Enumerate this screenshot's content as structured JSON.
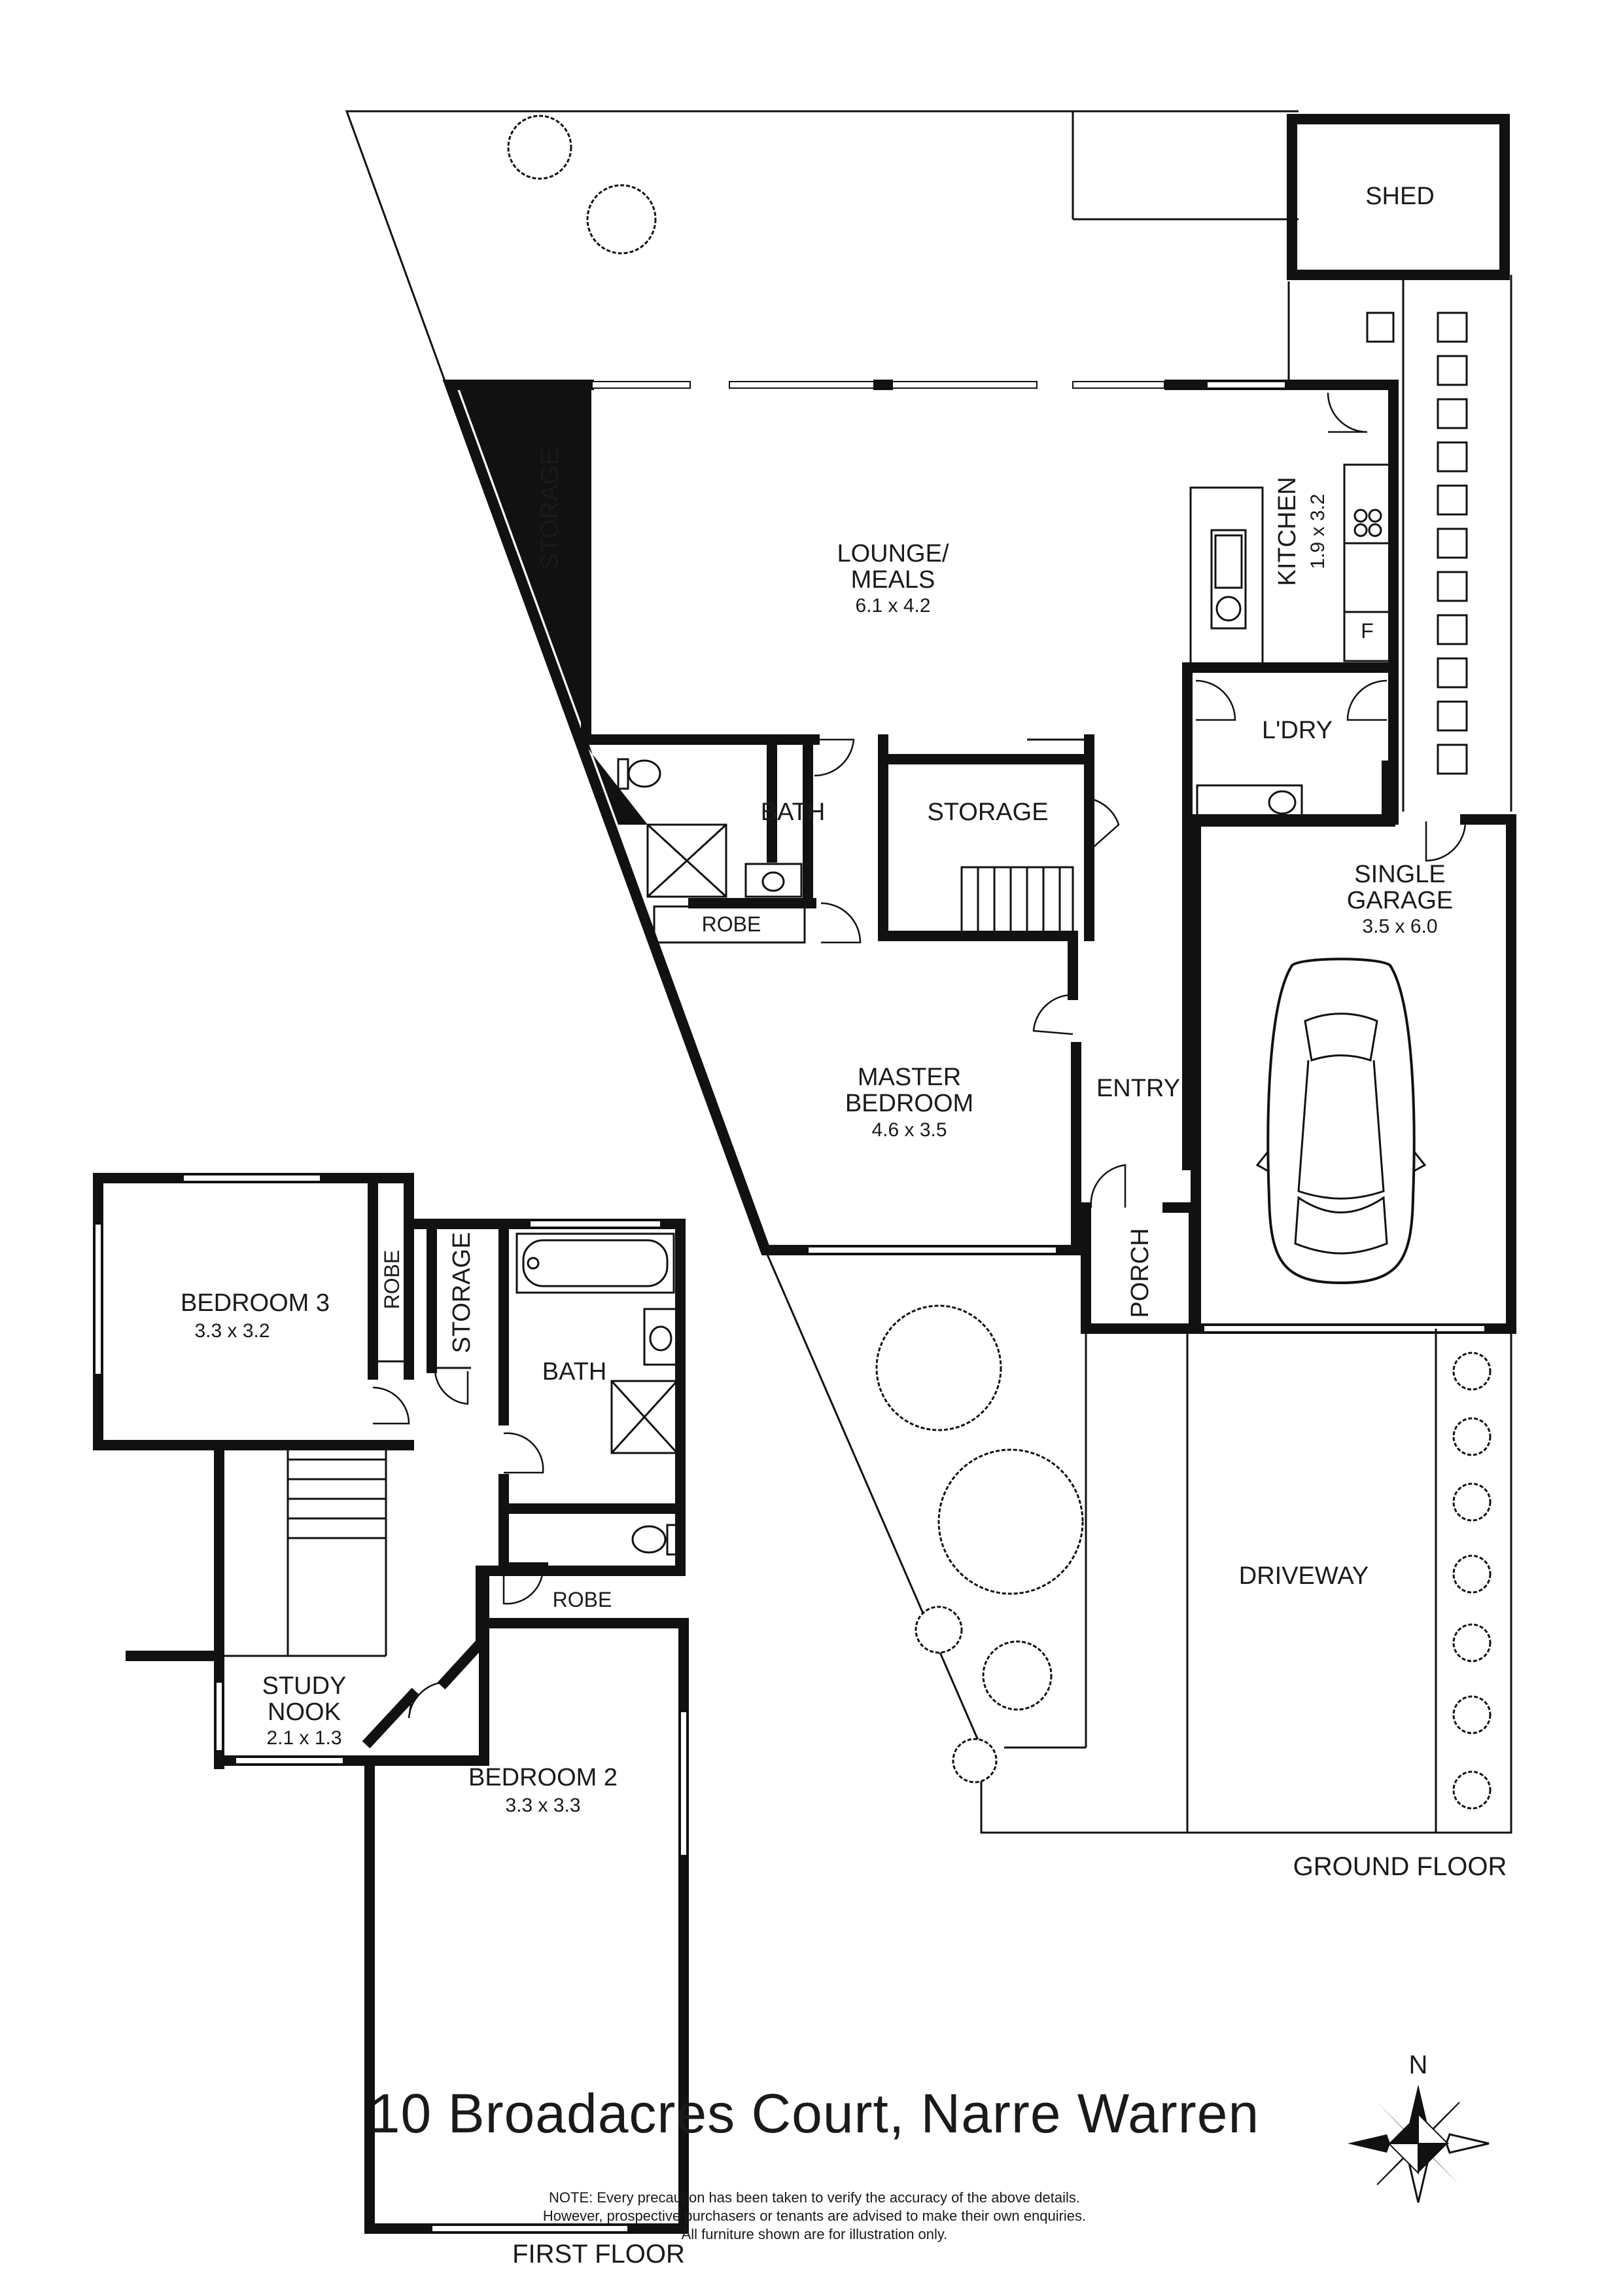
{
  "title": "10 Broadacres Court, Narre Warren",
  "note": [
    "NOTE: Every precaution has been taken to verify the accuracy of the above details.",
    "However, prospective purchasers or tenants are advised to make their own enquiries.",
    "All furniture shown are for illustration only."
  ],
  "compass": "N",
  "floors": {
    "ground": "GROUND FLOOR",
    "first": "FIRST FLOOR"
  },
  "ground_rooms": {
    "shed": "SHED",
    "storage_left": "STORAGE",
    "lounge_name": "LOUNGE/",
    "lounge_name2": "MEALS",
    "lounge_dim": "6.1 x 4.2",
    "kitchen_name": "KITCHEN",
    "kitchen_dim": "1.9 x 3.2",
    "fridge": "F",
    "laundry": "L'DRY",
    "bath": "BATH",
    "storage_mid": "STORAGE",
    "robe": "ROBE",
    "garage_name": "SINGLE",
    "garage_name2": "GARAGE",
    "garage_dim": "3.5 x 6.0",
    "master_name": "MASTER",
    "master_name2": "BEDROOM",
    "master_dim": "4.6 x 3.5",
    "entry": "ENTRY",
    "porch": "PORCH",
    "driveway": "DRIVEWAY"
  },
  "first_rooms": {
    "bed3_name": "BEDROOM 3",
    "bed3_dim": "3.3 x 3.2",
    "robe_v": "ROBE",
    "storage": "STORAGE",
    "bath": "BATH",
    "robe": "ROBE",
    "study_name": "STUDY",
    "study_name2": "NOOK",
    "study_dim": "2.1 x 1.3",
    "bed2_name": "BEDROOM 2",
    "bed2_dim": "3.3 x 3.3"
  }
}
